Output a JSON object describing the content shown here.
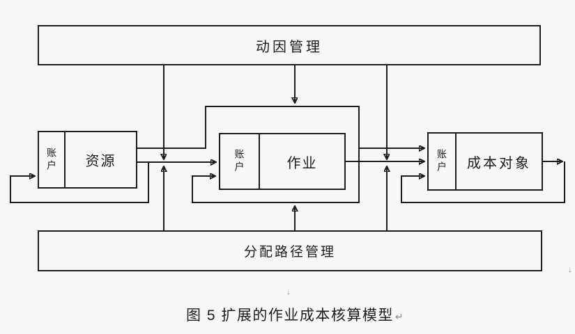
{
  "diagram": {
    "top_box": {
      "label": "动因管理"
    },
    "bottom_box": {
      "label": "分配路径管理"
    },
    "nodes": [
      {
        "account_label": "账户",
        "label": "资源"
      },
      {
        "account_label": "账户",
        "label": "作业"
      },
      {
        "account_label": "账户",
        "label": "成本对象"
      }
    ],
    "caption": "图 5 扩展的作业成本核算模型",
    "marks": {
      "down_arrow_center": "↓",
      "down_arrow_right": "↓",
      "return_mark": "↵"
    },
    "colors": {
      "line": "#1c1c1c",
      "background": "#f7f7f7",
      "text": "#1c1c1c",
      "edit_marks": "#8a8a8a"
    }
  }
}
